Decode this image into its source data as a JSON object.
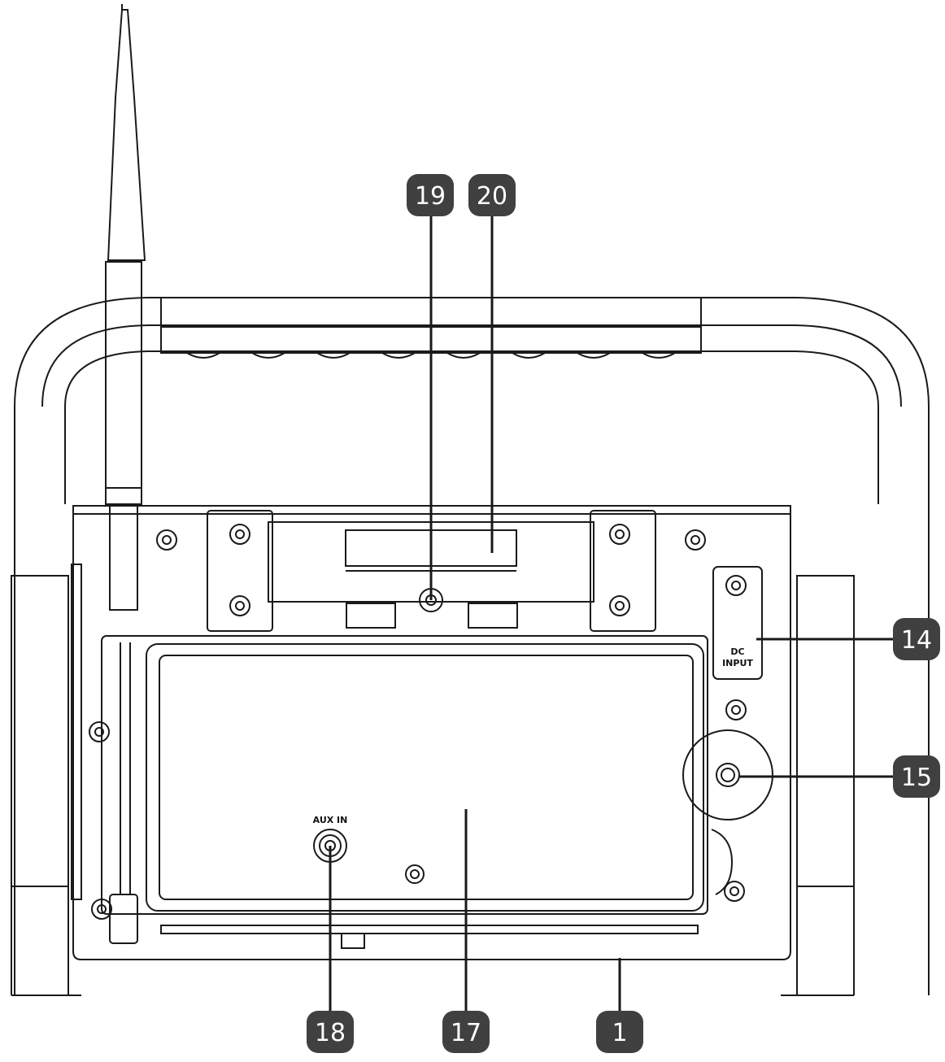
{
  "panel_labels": {
    "aux_in": "AUX IN",
    "dc_input_line1": "DC",
    "dc_input_line2": "INPUT"
  },
  "callouts": {
    "c19": "19",
    "c20": "20",
    "c14": "14",
    "c15": "15",
    "c18": "18",
    "c17": "17",
    "c1": "1"
  },
  "colors": {
    "line": "#1a1a1a",
    "callout_fill": "#404040",
    "background": "#ffffff"
  }
}
